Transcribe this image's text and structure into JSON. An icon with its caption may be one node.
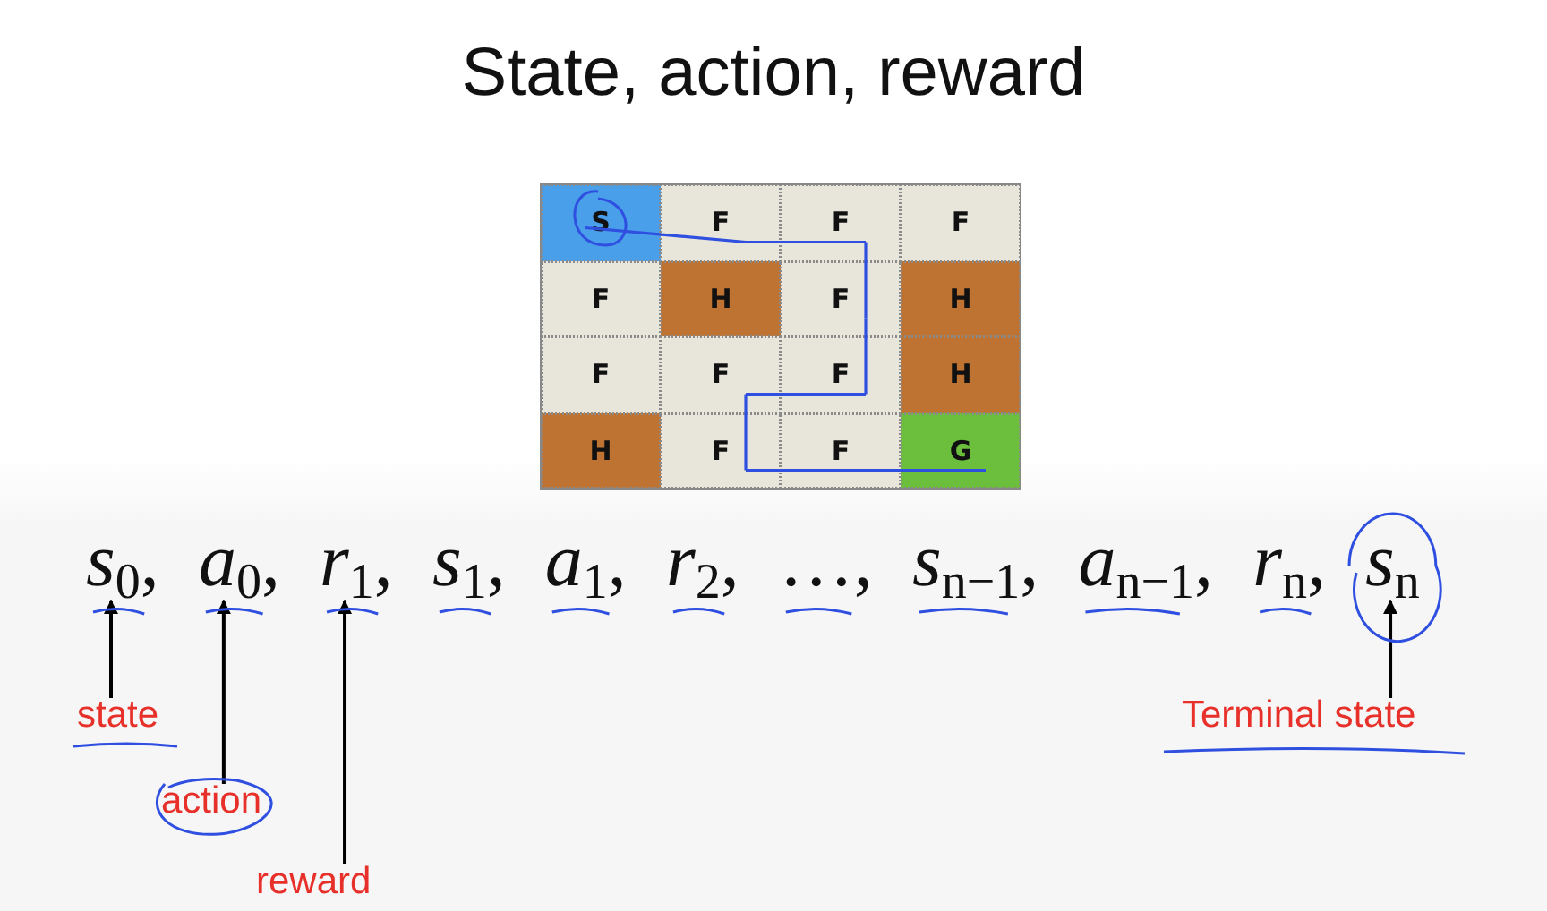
{
  "diagram": {
    "title": "State, action, reward",
    "nodes": [
      {
        "text": [
          "S"
        ]
      },
      {
        "text": [
          "F"
        ]
      },
      {
        "text": [
          "F"
        ]
      },
      {
        "text": [
          "F"
        ]
      },
      {
        "text": [
          "F"
        ]
      },
      {
        "text": [
          "H"
        ]
      },
      {
        "text": [
          "F"
        ]
      },
      {
        "text": [
          "H"
        ]
      },
      {
        "text": [
          "F"
        ]
      },
      {
        "text": [
          "F"
        ]
      },
      {
        "text": [
          "F"
        ]
      },
      {
        "text": [
          "H"
        ]
      },
      {
        "text": [
          "H"
        ]
      },
      {
        "text": [
          "F"
        ]
      },
      {
        "text": [
          "F"
        ]
      },
      {
        "text": [
          "G"
        ]
      },
      {
        "text": [
          "*s*$_{0}$,"
        ]
      },
      {
        "text": [
          "*a*$_{0}$,"
        ]
      },
      {
        "text": [
          "*r*$_{1}$,"
        ]
      },
      {
        "text": [
          "*s*$_{1}$,"
        ]
      },
      {
        "text": [
          "*a*$_{1}$,"
        ]
      },
      {
        "text": [
          "*r*$_{2}$,"
        ]
      },
      {
        "text": [
          "…,"
        ]
      },
      {
        "text": [
          "*s*$_{n−1}$,"
        ]
      },
      {
        "text": [
          "*a*$_{n−1}$,"
        ]
      },
      {
        "text": [
          "*r*$_{n}$,"
        ]
      },
      {
        "text": [
          "*s*$_{n}$"
        ]
      },
      {
        "text": [
          "state"
        ]
      },
      {
        "text": [
          "action"
        ]
      },
      {
        "text": [
          "reward"
        ]
      },
      {
        "text": [
          "Terminal state"
        ]
      }
    ],
    "edges": [
      {
        "from": 0,
        "to": 1,
        "arrow": "none"
      },
      {
        "from": 1,
        "to": 2,
        "arrow": "none"
      },
      {
        "from": 2,
        "to": 6,
        "arrow": "none"
      },
      {
        "from": 6,
        "to": 10,
        "arrow": "none"
      },
      {
        "from": 10,
        "to": 9,
        "arrow": "none"
      },
      {
        "from": 9,
        "to": 13,
        "arrow": "none"
      },
      {
        "from": 13,
        "to": 14,
        "arrow": "none"
      },
      {
        "from": 14,
        "to": 15,
        "arrow": "none"
      },
      {
        "from": 27,
        "to": 16,
        "arrow": "to",
        "color": "#000000"
      },
      {
        "from": 28,
        "to": 17,
        "arrow": "to",
        "color": "#000000"
      },
      {
        "from": 29,
        "to": 18,
        "arrow": "to",
        "color": "#000000"
      },
      {
        "from": 30,
        "to": 26,
        "arrow": "to",
        "color": "#000000"
      }
    ]
  }
}
